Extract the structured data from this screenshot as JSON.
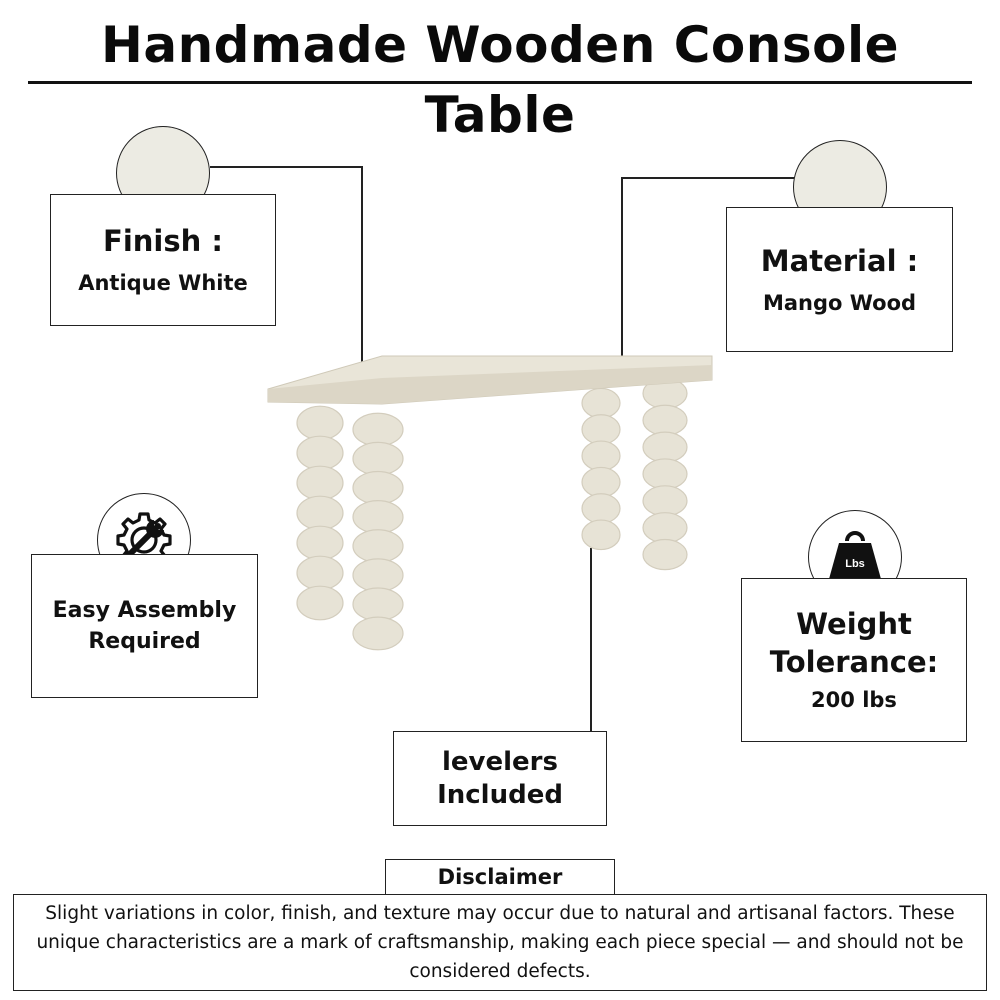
{
  "title": "Handmade Wooden Console Table",
  "colors": {
    "finish_swatch": "#ecebe3",
    "wood": "#e7e3d6",
    "wood_shade": "#d3cdbd"
  },
  "features": {
    "finish": {
      "label": "Finish :",
      "value": "Antique White"
    },
    "material": {
      "label": "Material :",
      "value": "Mango Wood"
    },
    "assembly": {
      "line1": "Easy Assembly",
      "line2": "Required",
      "icon": "gear-wrench-icon"
    },
    "levelers": {
      "line1": "levelers",
      "line2": "Included"
    },
    "weight": {
      "line1": "Weight",
      "line2": "Tolerance:",
      "value": "200 lbs",
      "icon": "weight-icon",
      "icon_text": "Lbs"
    }
  },
  "disclaimer": {
    "heading": "Disclaimer",
    "text": "Slight variations in color, finish, and texture may occur due to natural and artisanal factors. These unique characteristics are a mark of craftsmanship, making each piece special — and should not be considered defects."
  }
}
